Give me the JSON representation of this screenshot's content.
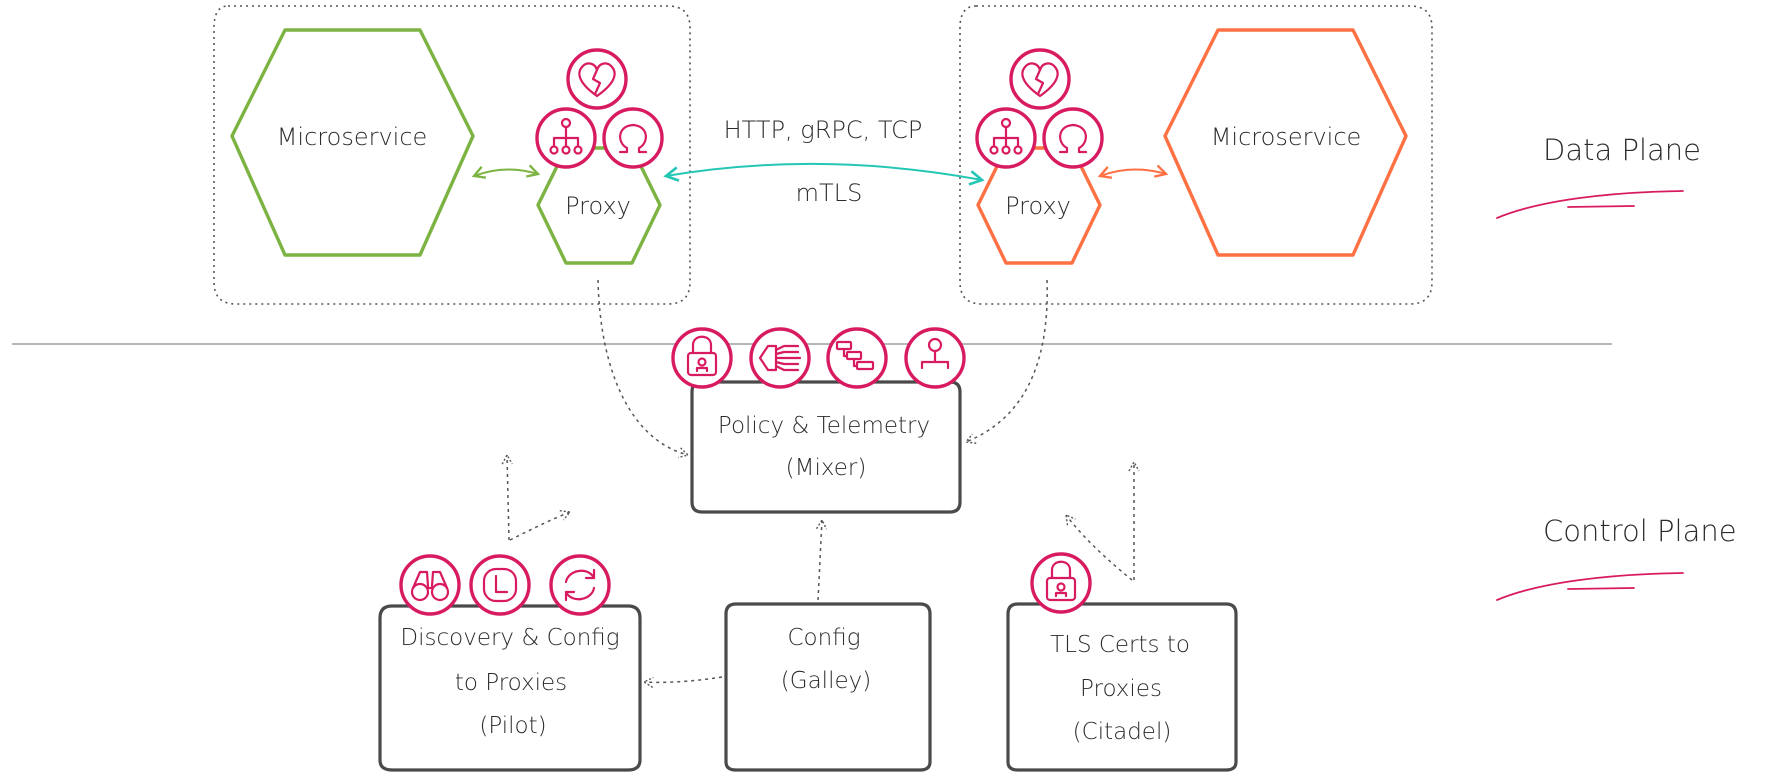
{
  "colors": {
    "green": "#7cb342",
    "orange": "#ff7043",
    "magenta": "#d81b60",
    "teal": "#26c6b5",
    "box": "#4a4a4a",
    "divider": "#9e9e9e"
  },
  "data_plane": {
    "label": "Data Plane",
    "left_microservice": "Microservice",
    "left_proxy": "Proxy",
    "right_microservice": "Microservice",
    "right_proxy": "Proxy",
    "protocols": "HTTP, gRPC, TCP",
    "security": "mTLS",
    "proxy_icons": [
      "broken-heart-icon",
      "org-tree-icon",
      "omega-icon"
    ]
  },
  "control_plane": {
    "label": "Control Plane",
    "mixer": {
      "line1": "Policy & Telemetry",
      "line2": "(Mixer)",
      "icons": [
        "lock-icon",
        "stream-split-icon",
        "stairs-icon",
        "person-tree-icon"
      ]
    },
    "pilot": {
      "line1": "Discovery & Config",
      "line2": "to Proxies",
      "line3": "(Pilot)",
      "icons": [
        "binoculars-icon",
        "clock-icon",
        "refresh-icon"
      ]
    },
    "galley": {
      "line1": "Config",
      "line2": "(Galley)"
    },
    "citadel": {
      "line1": "TLS Certs to",
      "line2": "Proxies",
      "line3": "(Citadel)",
      "icons": [
        "lock-icon"
      ]
    }
  }
}
